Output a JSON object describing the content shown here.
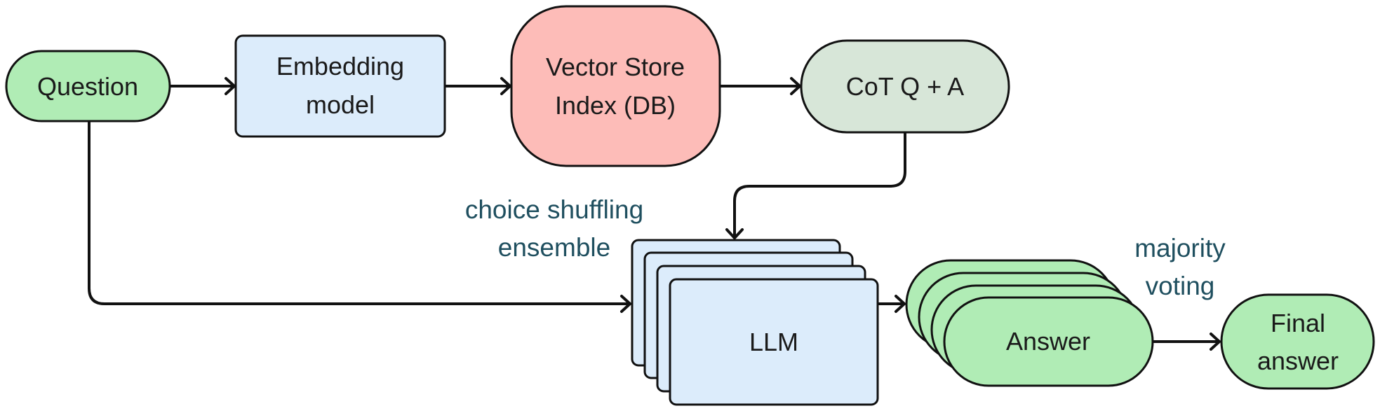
{
  "colors": {
    "input_output": "#b0ecb5",
    "model": "#dcecfb",
    "database": "#fdbcb8",
    "context": "#d7e6d8",
    "annotation": "#1f4f5f",
    "stroke": "#111111"
  },
  "nodes": {
    "question": {
      "label": "Question"
    },
    "embedding": {
      "label_line1": "Embedding",
      "label_line2": "model"
    },
    "vector_store": {
      "label_line1": "Vector Store",
      "label_line2": "Index (DB)"
    },
    "cot": {
      "label": "CoT Q + A"
    },
    "llm": {
      "label": "LLM",
      "stack_count": 4
    },
    "answer": {
      "label": "Answer",
      "stack_count": 4
    },
    "final": {
      "label_line1": "Final",
      "label_line2": "answer"
    }
  },
  "annotations": {
    "choice_shuffling": {
      "line1": "choice shuffling",
      "line2": "ensemble"
    },
    "majority_voting": {
      "line1": "majority",
      "line2": "voting"
    }
  },
  "edges": [
    {
      "from": "question",
      "to": "embedding"
    },
    {
      "from": "embedding",
      "to": "vector_store"
    },
    {
      "from": "vector_store",
      "to": "cot"
    },
    {
      "from": "cot",
      "to": "llm"
    },
    {
      "from": "question",
      "to": "llm"
    },
    {
      "from": "llm",
      "to": "answer"
    },
    {
      "from": "answer",
      "to": "final"
    }
  ]
}
